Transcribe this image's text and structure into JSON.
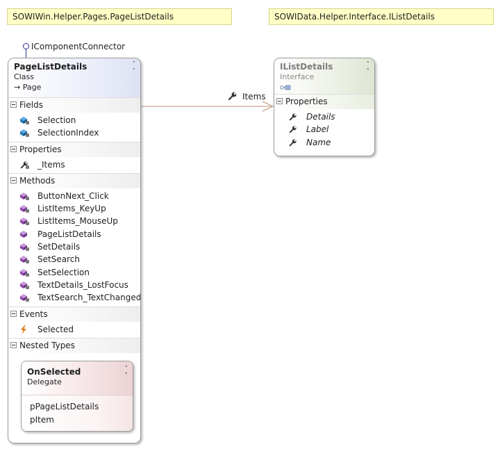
{
  "notes": {
    "left": "SOWIWin.Helper.Pages.PageListDetails",
    "right": "SOWIData.Helper.Interface.IListDetails"
  },
  "lollipop": {
    "label": "IComponentConnector"
  },
  "page_list_details": {
    "title": "PageListDetails",
    "kind": "Class",
    "base": "→ Page",
    "sections": {
      "fields": {
        "label": "Fields",
        "items": [
          "Selection",
          "SelectionIndex"
        ]
      },
      "properties": {
        "label": "Properties",
        "items": [
          "_Items"
        ]
      },
      "methods": {
        "label": "Methods",
        "items": [
          "ButtonNext_Click",
          "ListItems_KeyUp",
          "ListItems_MouseUp",
          "PageListDetails",
          "SetDetails",
          "SetSearch",
          "SetSelection",
          "TextDetails_LostFocus",
          "TextSearch_TextChanged"
        ]
      },
      "events": {
        "label": "Events",
        "items": [
          "Selected"
        ]
      },
      "nested_types": {
        "label": "Nested Types"
      }
    }
  },
  "on_selected": {
    "title": "OnSelected",
    "kind": "Delegate",
    "params": [
      "pPageListDetails",
      "pItem"
    ]
  },
  "ilist_details": {
    "title": "IListDetails",
    "kind": "Interface",
    "sections": {
      "properties": {
        "label": "Properties",
        "items": [
          "Details",
          "Label",
          "Name"
        ]
      }
    }
  },
  "association": {
    "label": "Items"
  },
  "colors": {
    "note_bg": "#ffffc6",
    "association_line": "#c9a58b",
    "interface_lollipop": "#2b2e8f",
    "field_icon": "#1f77b4",
    "method_icon": "#8e44ad",
    "event_icon": "#e67e22"
  },
  "icons": {
    "field": "field-icon",
    "property": "wrench-icon",
    "method": "method-cube-icon",
    "event": "lightning-icon",
    "interface_badge": "interface-icon"
  }
}
